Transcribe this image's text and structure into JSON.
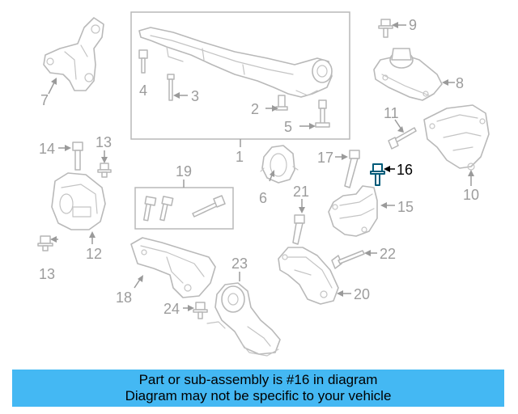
{
  "callouts": {
    "c1": "1",
    "c2": "2",
    "c3": "3",
    "c4": "4",
    "c5": "5",
    "c6": "6",
    "c7": "7",
    "c8": "8",
    "c9": "9",
    "c10": "10",
    "c11": "11",
    "c12": "12",
    "c13a": "13",
    "c13b": "13",
    "c14": "14",
    "c15": "15",
    "c16": "16",
    "c17": "17",
    "c18": "18",
    "c19": "19",
    "c20": "20",
    "c21": "21",
    "c22": "22",
    "c23": "23",
    "c24": "24"
  },
  "highlighted_part": "16",
  "banner": {
    "line1": "Part or sub-assembly is #16 in diagram",
    "line2": "Diagram may not be specific to your vehicle",
    "background": "#44b8f3"
  }
}
